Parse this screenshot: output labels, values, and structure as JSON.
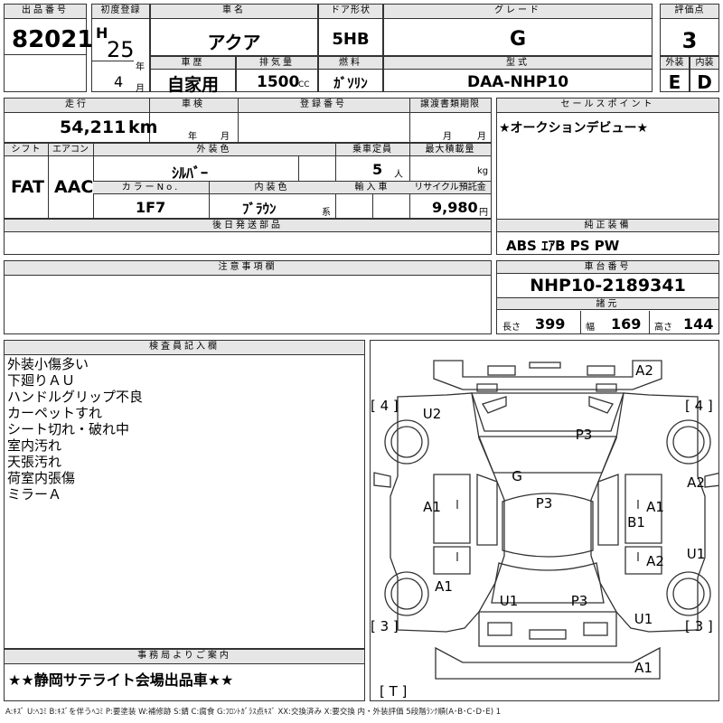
{
  "header_labels": {
    "lot": "出品番号",
    "first_reg": "初度登録",
    "car_name": "車名",
    "door": "ドア形状",
    "grade": "グレード",
    "score": "評価点",
    "history": "車歴",
    "displacement": "排気量",
    "fuel": "燃料",
    "model_code": "型式",
    "exterior": "外装",
    "interior": "内装",
    "mileage": "走行",
    "inspection": "車検",
    "plate": "登録番号",
    "transfer": "譲渡書類期限",
    "sales_point": "セールスポイント",
    "shift": "シフト",
    "aircon": "エアコン",
    "ext_color": "外装色",
    "capacity": "乗車定員",
    "max_load": "最大積載量",
    "color_no": "カラーNo.",
    "int_color": "内装色",
    "import": "輸入車",
    "recycle": "リサイクル預託金",
    "later_parts": "後日発送部品",
    "equipment": "純正装備",
    "notes": "注意事項欄",
    "chassis": "車台番号",
    "specs": "諸元",
    "inspector": "検査員記入欄",
    "office": "事務局よりご案内"
  },
  "units": {
    "year": "年",
    "month": "月",
    "cc": "CC",
    "km": "km",
    "person": "人",
    "kg": "kg",
    "yen": "円",
    "kei": "系"
  },
  "vehicle": {
    "lot_no": "82021",
    "era": "H",
    "year": "25",
    "month": "4",
    "car_name": "アクア",
    "door": "5HB",
    "grade": "G",
    "score": "3",
    "history": "自家用",
    "displacement": "1500",
    "fuel": "ｶﾞｿﾘﾝ",
    "model_code": "DAA-NHP10",
    "exterior_grade": "E",
    "interior_grade": "D",
    "mileage": "54,211",
    "shift": "FAT",
    "aircon": "AAC",
    "ext_color": "ｼﾙﾊﾞｰ",
    "capacity": "5",
    "color_no": "1F7",
    "int_color": "ﾌﾞﾗｳﾝ",
    "recycle": "9,980",
    "sales_point": "★オークションデビュー★",
    "equipment": "ABS ｴｱB PS PW",
    "chassis_no": "NHP10-2189341",
    "specs": {
      "length_label": "長さ",
      "length": "399",
      "width_label": "幅",
      "width": "169",
      "height_label": "高さ",
      "height": "144"
    }
  },
  "inspector_notes": [
    "外装小傷多い",
    "下廻りＡＵ",
    "ハンドルグリップ不良",
    "カーペットすれ",
    "シート切れ・破れ中",
    "室内汚れ",
    "天張汚れ",
    "荷室内張傷",
    "ミラーＡ"
  ],
  "office_note": "★★静岡サテライト会場出品車★★",
  "diagram": {
    "brackets": [
      "[ 4 ]",
      "[ 4 ]",
      "[ 3 ]",
      "[ 3 ]",
      "[ T ]"
    ],
    "marks": [
      "A2",
      "U2",
      "P3",
      "G",
      "A2",
      "A1",
      "P3",
      "A1",
      "B1",
      "U1",
      "A2",
      "A1",
      "U1",
      "P3",
      "U1",
      "A1"
    ]
  },
  "legend": "A:ｷｽﾞ U:ﾍｺﾐ B:ｷｽﾞを伴うﾍｺﾐ P:要塗装 W:補修跡 S:錆 C:腐食 G:ﾌﾛﾝﾄｶﾞﾗｽ点ｷｽﾞ XX:交換済み X:要交換 内・外装評価 5段階ﾗﾝｸ順(A･B･C･D･E) 1"
}
